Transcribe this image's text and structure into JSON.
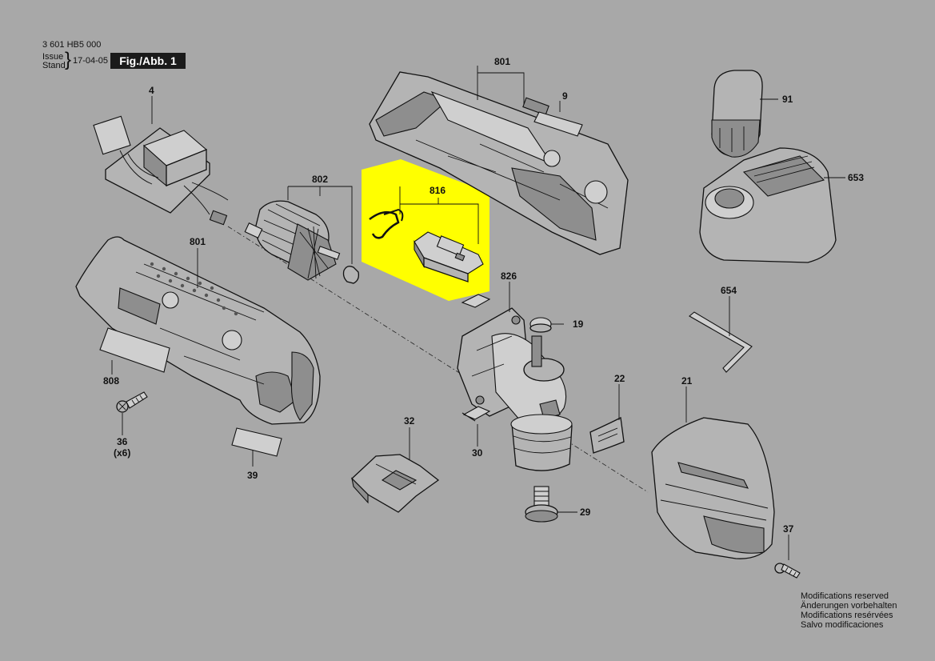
{
  "header": {
    "doc_number": "3 601 HB5 000",
    "issue_label": "Issue",
    "stand_label": "Stand",
    "issue_date": "17-04-05",
    "figure_tag": "Fig./Abb. 1"
  },
  "highlight_color": "#ffff00",
  "parts": {
    "p4": "4",
    "p801_top": "801",
    "p9": "9",
    "p91": "91",
    "p653": "653",
    "p802": "802",
    "p816": "816",
    "p801_left": "801",
    "p826": "826",
    "p19": "19",
    "p654": "654",
    "p808": "808",
    "p22": "22",
    "p21": "21",
    "p32": "32",
    "p36": "36",
    "p36_qty": "(x6)",
    "p30": "30",
    "p39": "39",
    "p29": "29",
    "p37": "37"
  },
  "notes": [
    "Modifications reserved",
    "Änderungen vorbehalten",
    "Modifications resérvées",
    "Salvo modificaciones"
  ]
}
